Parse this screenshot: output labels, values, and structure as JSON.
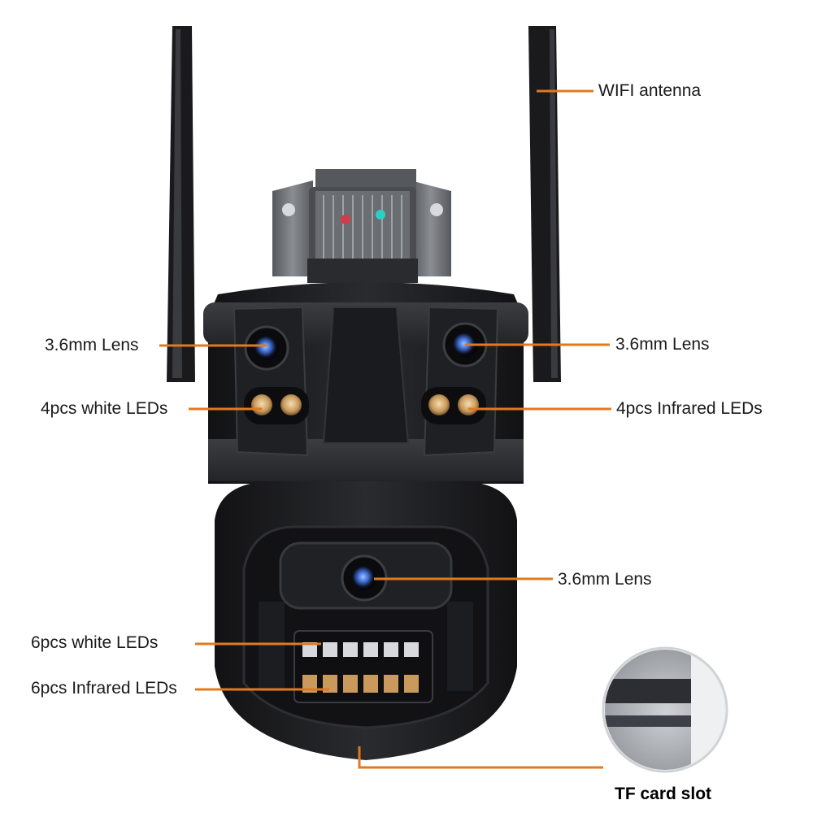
{
  "labels": {
    "wifi_antenna": "WIFI antenna",
    "lens_top_left": "3.6mm Lens",
    "lens_top_right": "3.6mm Lens",
    "white_leds_top": "4pcs white LEDs",
    "infrared_leds_top": "4pcs Infrared LEDs",
    "lens_bottom": "3.6mm Lens",
    "white_leds_bottom": "6pcs white LEDs",
    "infrared_leds_bottom": "6pcs Infrared LEDs",
    "tf_card_slot": "TF card slot"
  },
  "colors": {
    "leader_line": "#e07a1f",
    "body_dark": "#1b1b1d",
    "body_mid": "#2b2c2f",
    "metal": "#6d7075",
    "led_amber": "#c99a5c",
    "lens_blue": "#3f6fd6"
  }
}
